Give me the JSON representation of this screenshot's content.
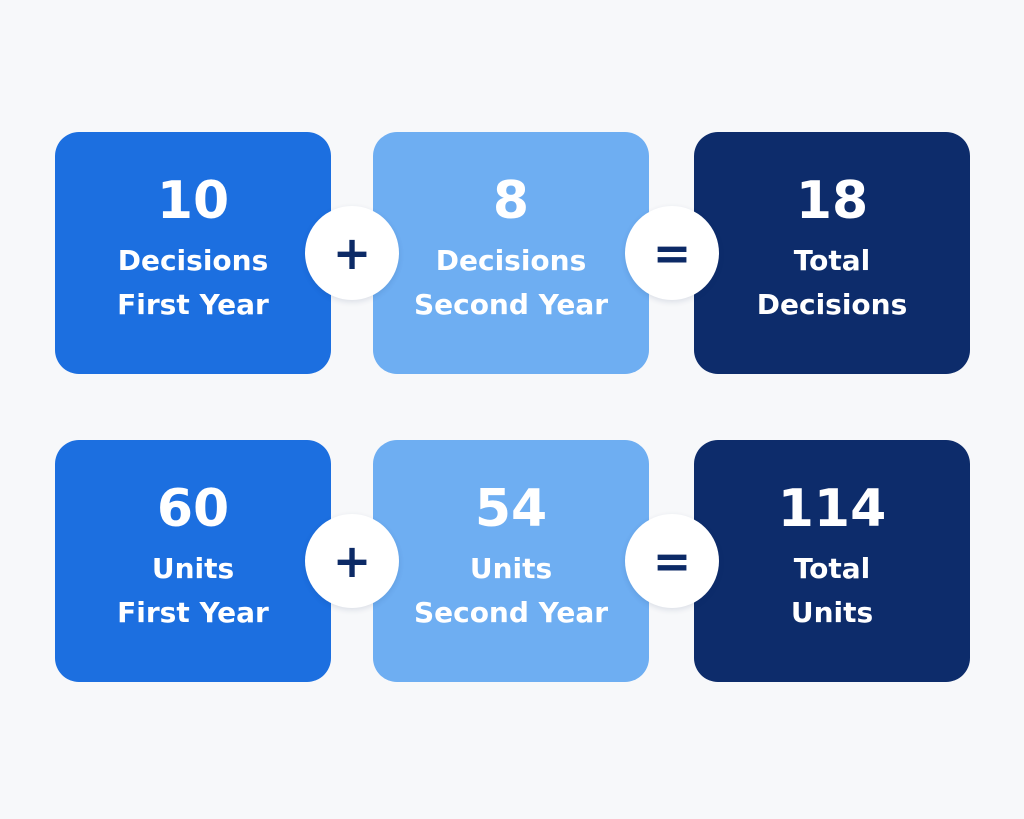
{
  "colors": {
    "background": "#f7f8fa",
    "first_year": "#1c6fe0",
    "second_year": "#6eaef2",
    "total": "#0d2c6b",
    "operator_symbol": "#0c2a66"
  },
  "rows": [
    {
      "first": {
        "value": "10",
        "label_line1": "Decisions",
        "label_line2": "First Year"
      },
      "plus_symbol": "+",
      "second": {
        "value": "8",
        "label_line1": "Decisions",
        "label_line2": "Second Year"
      },
      "equals_symbol": "=",
      "total": {
        "value": "18",
        "label_line1": "Total",
        "label_line2": "Decisions"
      }
    },
    {
      "first": {
        "value": "60",
        "label_line1": "Units",
        "label_line2": "First Year"
      },
      "plus_symbol": "+",
      "second": {
        "value": "54",
        "label_line1": "Units",
        "label_line2": "Second Year"
      },
      "equals_symbol": "=",
      "total": {
        "value": "114",
        "label_line1": "Total",
        "label_line2": "Units"
      }
    }
  ]
}
